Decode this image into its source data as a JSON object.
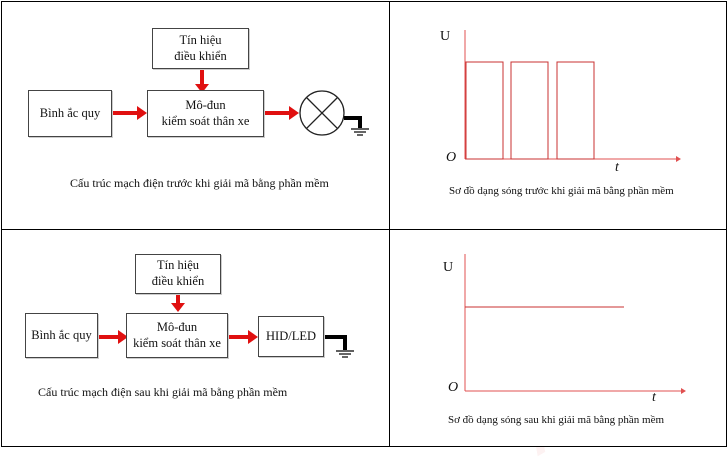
{
  "top_left": {
    "control_signal": [
      "Tín hiệu",
      "điều khiển"
    ],
    "battery": "Bình ắc quy",
    "module": [
      "Mô-đun",
      "kiểm soát thân xe"
    ],
    "caption": "Cấu trúc mạch điện trước khi giải mã bằng phần mềm"
  },
  "top_right": {
    "y_axis": "U",
    "origin": "O",
    "x_axis": "t",
    "caption": "Sơ đồ dạng sóng trước khi giải mã bằng phần mềm"
  },
  "bottom_left": {
    "control_signal": [
      "Tín hiệu",
      "điều khiển"
    ],
    "battery": "Bình ắc quy",
    "module": [
      "Mô-đun",
      "kiểm soát thân xe"
    ],
    "load": "HID/LED",
    "caption": "Cấu trúc mạch điện sau khi giải mã bằng phần mềm"
  },
  "bottom_right": {
    "y_axis": "U",
    "origin": "O",
    "x_axis": "t",
    "caption": "Sơ đồ dạng sóng sau khi giải mã bằng phần mềm"
  },
  "colors": {
    "arrow": "#e01010",
    "axis": "#e05050",
    "wave": "#e05050"
  }
}
